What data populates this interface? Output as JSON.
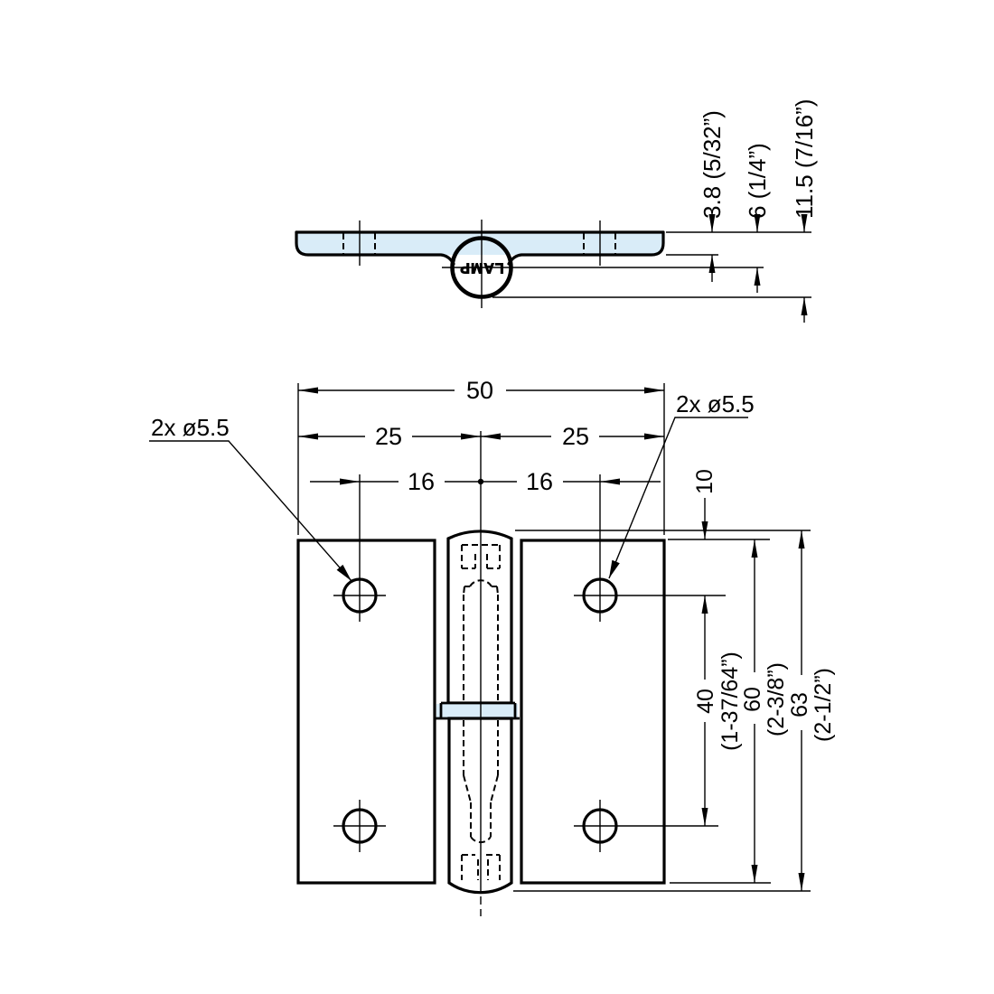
{
  "drawing": {
    "brand_logo": "LAMP",
    "colors": {
      "part_fill": "#d9ecf8",
      "line": "#000000"
    },
    "top_view": {
      "thickness": "3.8 (5/32”)",
      "surface_to_center": "6 (1/4”)",
      "overall_depth": "11.5 (7/16”)"
    },
    "front_view": {
      "overall_width": "50",
      "left_half": "25",
      "right_half": "25",
      "hole_offset_left": "16",
      "hole_offset_right": "16",
      "top_edge_to_hole": "10",
      "hole_pitch": "40",
      "hole_pitch_inch": "(1-37/64”)",
      "leaf_height": "60",
      "leaf_height_inch": "(2-3/8”)",
      "overall_height": "63",
      "overall_height_inch": "(2-1/2”)",
      "hole_callout_left": "2x ø5.5",
      "hole_callout_right": "2x ø5.5"
    }
  }
}
